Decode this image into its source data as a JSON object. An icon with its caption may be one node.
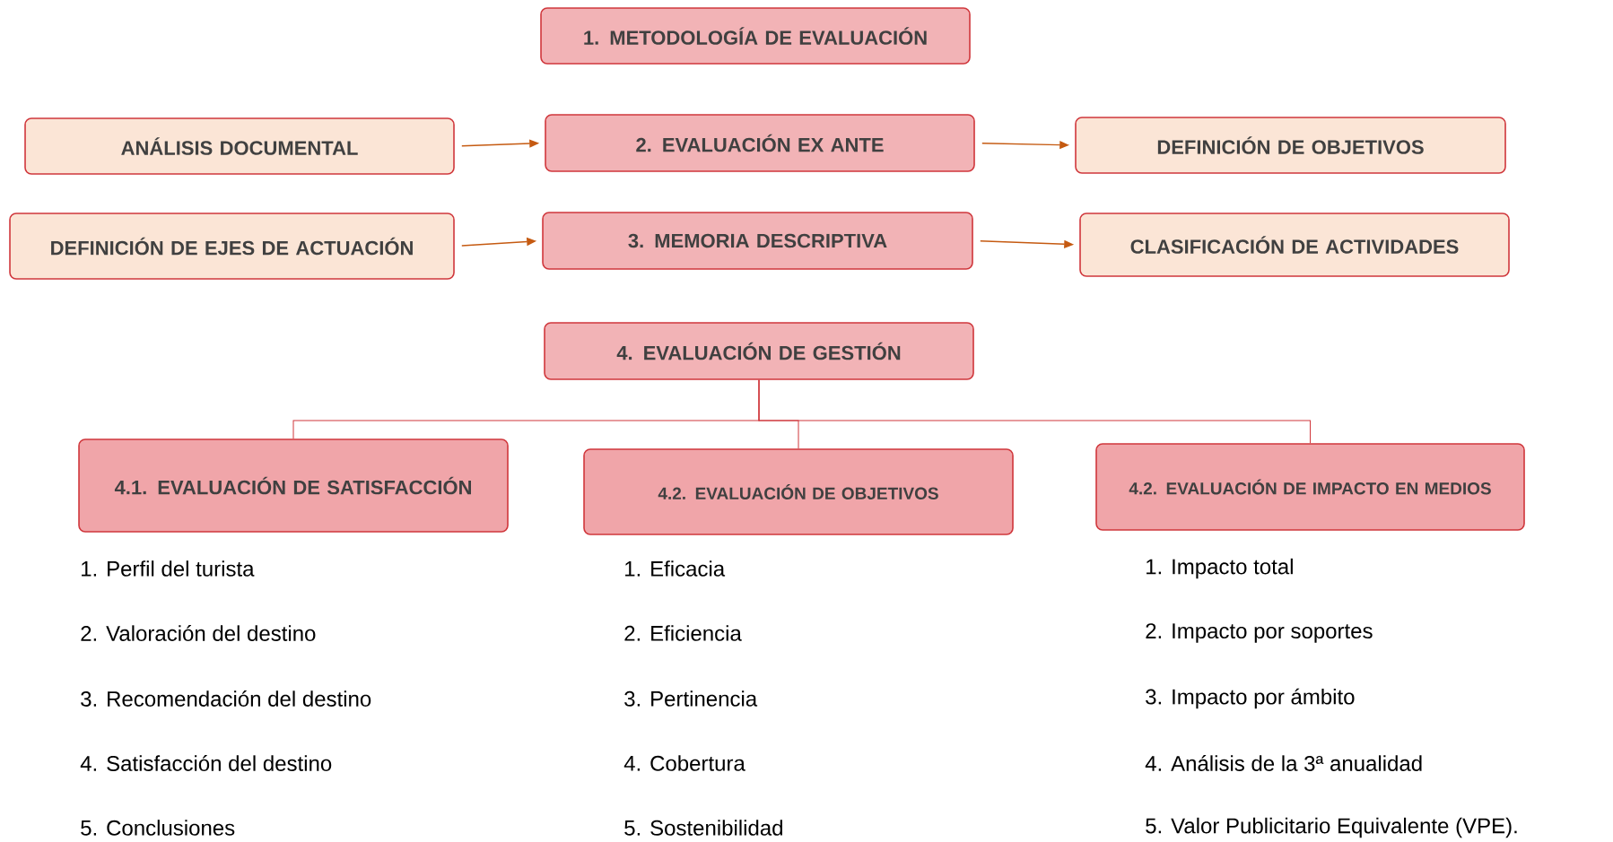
{
  "diagram": {
    "nodes": [
      {
        "text": [
          "1. METODOLOGÍA DE EVALUACIÓN"
        ]
      },
      {
        "text": [
          "ANÁLISIS DOCUMENTAL"
        ]
      },
      {
        "text": [
          "2. EVALUACIÓN EX ANTE"
        ]
      },
      {
        "text": [
          "DEFINICIÓN DE OBJETIVOS"
        ]
      },
      {
        "text": [
          "DEFINICIÓN DE EJES DE ACTUACIÓN"
        ]
      },
      {
        "text": [
          "3. MEMORIA DESCRIPTIVA"
        ]
      },
      {
        "text": [
          "CLASIFICACIÓN DE ACTIVIDADES"
        ]
      },
      {
        "text": [
          "4. EVALUACIÓN DE GESTIÓN"
        ]
      },
      {
        "text": [
          "4.1. EVALUACIÓN DE SATISFACCIÓN"
        ]
      },
      {
        "text": [
          "4.2. EVALUACIÓN DE OBJETIVOS"
        ]
      },
      {
        "text": [
          "4.2. EVALUACIÓN DE IMPACTO EN MEDIOS"
        ]
      }
    ],
    "edges": [
      {
        "from": 1,
        "to": 2,
        "arrow": "to"
      },
      {
        "from": 2,
        "to": 3,
        "arrow": "to"
      },
      {
        "from": 4,
        "to": 5,
        "arrow": "to"
      },
      {
        "from": 5,
        "to": 6,
        "arrow": "to"
      },
      {
        "from": 7,
        "to": 8,
        "arrow": "none",
        "color": "#d0373c"
      },
      {
        "from": 7,
        "to": 9,
        "arrow": "none",
        "color": "#d0373c"
      },
      {
        "from": 7,
        "to": 10,
        "arrow": "none",
        "color": "#d0373c"
      }
    ],
    "labels": [
      "1. Perfil del turista",
      "1. Eficacia",
      "1. Impacto total",
      "2. Valoración del destino",
      "2. Eficiencia",
      "2. Impacto por soportes",
      "3. Recomendación del destino",
      "3. Pertinencia",
      "3. Impacto por ámbito",
      "4. Satisfacción del destino",
      "4. Cobertura",
      "4. Análisis de la 3ª anualidad",
      "5. Conclusiones",
      "5. Sostenibilidad",
      "5. Valor Publicitario Equivalente (VPE)."
    ]
  }
}
